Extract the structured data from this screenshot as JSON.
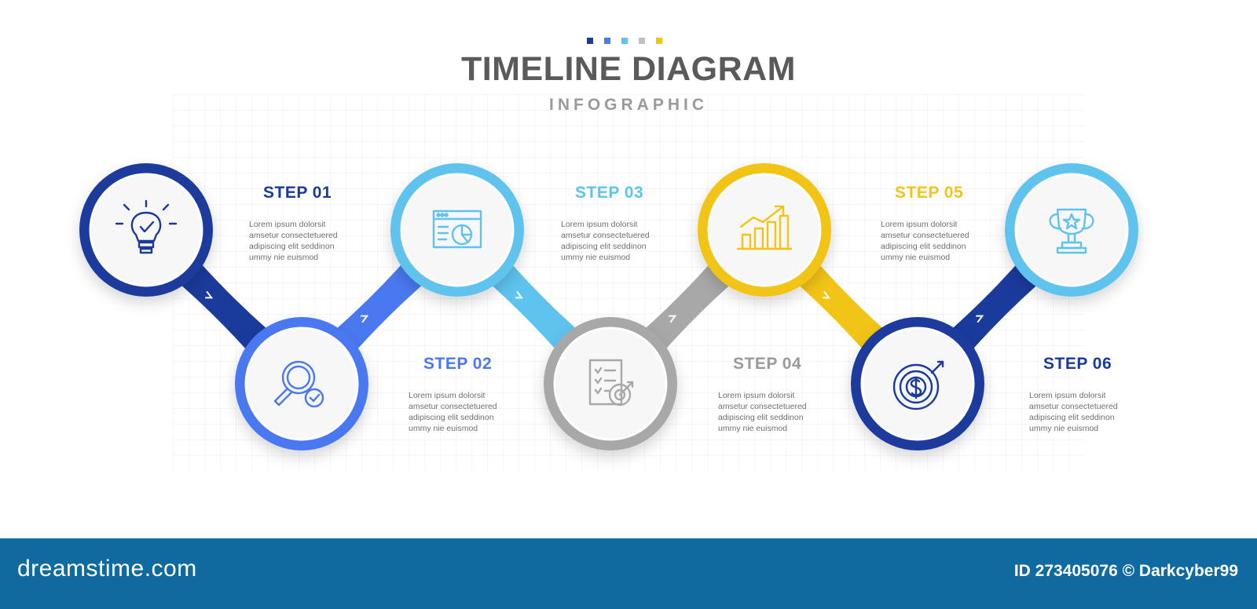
{
  "header": {
    "title": "TIMELINE DIAGRAM",
    "subtitle": "INFOGRAPHIC",
    "palette": [
      "#1a3a9c",
      "#4a78f0",
      "#5ec3ee",
      "#c0c0c0",
      "#f2c416"
    ]
  },
  "steps": [
    {
      "title": "STEP 01",
      "color": "#1a3a9c",
      "icon": "lightbulb-check-icon",
      "desc": [
        "Lorem ipsum dolorsit",
        "amsetur consectetuered",
        "adipiscing elit seddinon",
        "ummy nie euismod"
      ]
    },
    {
      "title": "STEP 02",
      "color": "#4a78f0",
      "icon": "magnifier-check-icon",
      "desc": [
        "Lorem ipsum dolorsit",
        "amsetur consectetuered",
        "adipiscing elit seddinon",
        "ummy nie euismod"
      ]
    },
    {
      "title": "STEP 03",
      "color": "#5ec3ee",
      "icon": "browser-chart-icon",
      "desc": [
        "Lorem ipsum dolorsit",
        "amsetur consectetuered",
        "adipiscing elit seddinon",
        "ummy nie euismod"
      ]
    },
    {
      "title": "STEP 04",
      "color": "#a8a8a8",
      "icon": "checklist-target-icon",
      "desc": [
        "Lorem ipsum dolorsit",
        "amsetur consectetuered",
        "adipiscing elit seddinon",
        "ummy nie euismod"
      ]
    },
    {
      "title": "STEP 05",
      "color": "#f2c416",
      "icon": "growth-chart-icon",
      "desc": [
        "Lorem ipsum dolorsit",
        "amsetur consectetuered",
        "adipiscing elit seddinon",
        "ummy nie euismod"
      ]
    },
    {
      "title": "STEP 06",
      "color": "#1a3a9c",
      "icon": "dollar-target-icon",
      "desc": [
        "Lorem ipsum dolorsit",
        "amsetur consectetuered",
        "adipiscing elit seddinon",
        "ummy nie euismod"
      ]
    }
  ],
  "final_node": {
    "color": "#5ec3ee",
    "icon": "trophy-icon"
  },
  "footer": {
    "logo": "dreamstime.com",
    "credit": "ID 273405076 © Darkcyber99"
  }
}
